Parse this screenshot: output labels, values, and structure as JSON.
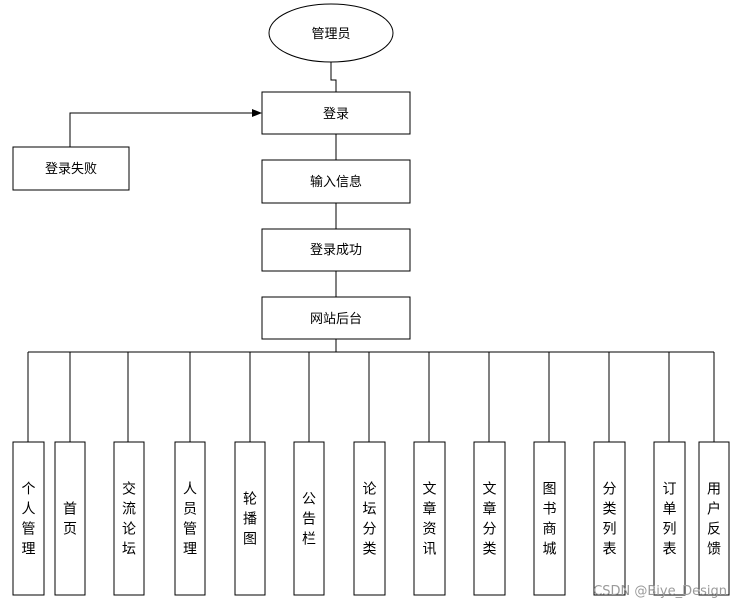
{
  "diagram": {
    "start": "管理员",
    "flow": [
      "登录",
      "输入信息",
      "登录成功",
      "网站后台"
    ],
    "fail": "登录失败",
    "modules": [
      "个人管理",
      "首页",
      "交流论坛",
      "人员管理",
      "轮播图",
      "公告栏",
      "论坛分类",
      "文章资讯",
      "文章分类",
      "图书商城",
      "分类列表",
      "订单列表",
      "用户反馈"
    ]
  },
  "watermark": "CSDN @Biye_Design",
  "colors": {
    "stroke": "#000000",
    "fill": "#ffffff",
    "watermark": "#9a9a9a"
  }
}
